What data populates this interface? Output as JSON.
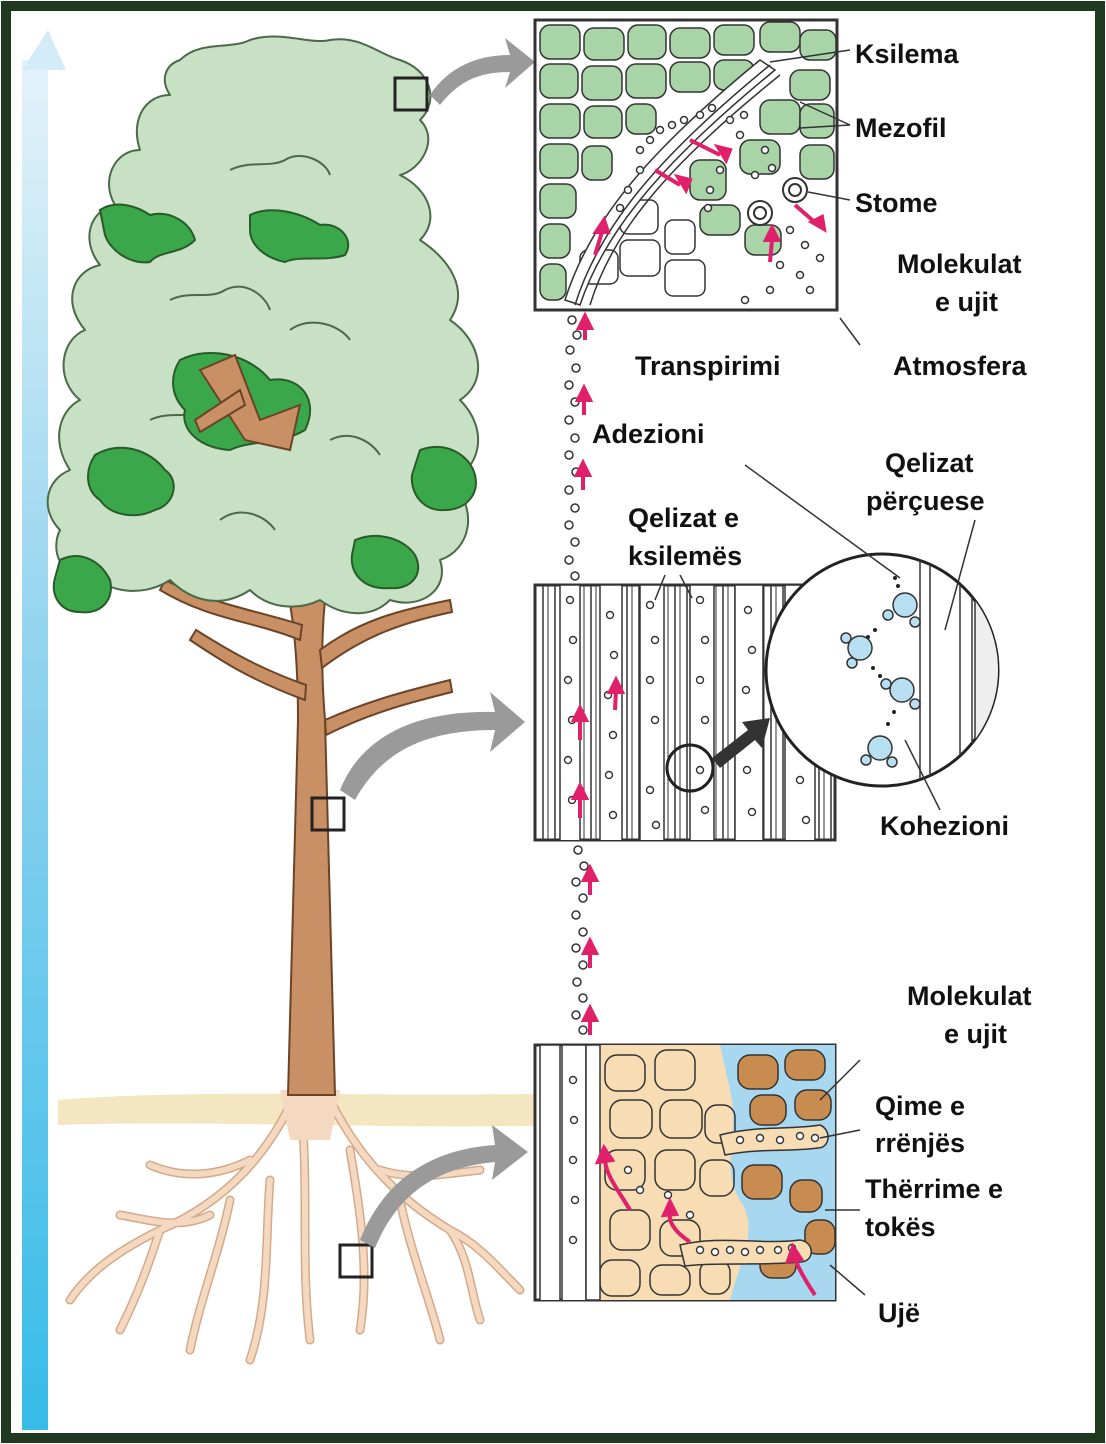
{
  "colors": {
    "border": "#1f3a1f",
    "leaf_light": "#c8e0c4",
    "leaf_dark": "#3aa84a",
    "trunk": "#c89064",
    "root": "#f2d0b4",
    "soil": "#f4e6c0",
    "arrow_pink": "#e0206a",
    "water": "#a8d8f0",
    "gradient_top": "#d8eef8",
    "gradient_bottom": "#3bbde8",
    "mesophyll": "#a8d4a8",
    "soil_particle": "#c88c50"
  },
  "labels": {
    "ksilema": "Ksilema",
    "mezofil": "Mezofil",
    "stome": "Stome",
    "molekulat_top_1": "Molekulat",
    "molekulat_top_2": "e ujit",
    "transpirimi": "Transpirimi",
    "atmosfera": "Atmosfera",
    "adezioni": "Adezioni",
    "qelizat_percuese_1": "Qelizat",
    "qelizat_percuese_2": "përçuese",
    "qelizat_ksilemes_1": "Qelizat e",
    "qelizat_ksilemes_2": "ksilemës",
    "kohezioni": "Kohezioni",
    "molekulat_bottom_1": "Molekulat",
    "molekulat_bottom_2": "e ujit",
    "qime_1": "Qime e",
    "qime_2": "rrënjës",
    "therrime_1": "Thërrime e",
    "therrime_2": "tokës",
    "uje": "Ujë"
  }
}
